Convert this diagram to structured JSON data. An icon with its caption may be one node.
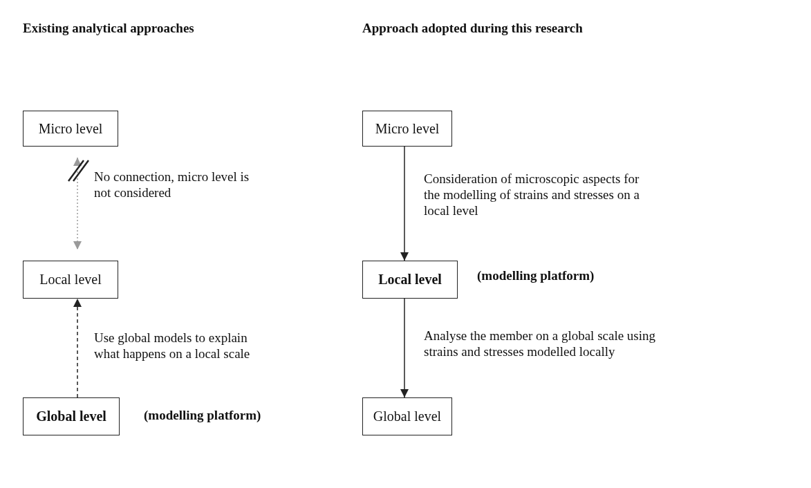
{
  "diagram": {
    "nodes": [
      {
        "text": [
          "Micro level"
        ]
      },
      {
        "text": [
          "Local level"
        ]
      },
      {
        "text": [
          "Global level"
        ],
        "beside": [
          "(modelling platform)"
        ]
      },
      {
        "text": [
          "Micro level"
        ]
      },
      {
        "text": [
          "Local level"
        ],
        "beside": [
          "(modelling platform)"
        ]
      },
      {
        "text": [
          "Global level"
        ]
      }
    ],
    "edges": [
      {
        "from": 0,
        "to": 1,
        "arrow": "both",
        "style": "dashed",
        "color": "#9a9a9a",
        "label": "No connection, micro level is not considered"
      },
      {
        "from": 2,
        "to": 1,
        "arrow": "to",
        "style": "dashed",
        "label": "Use global models to explain what happens on a local scale"
      },
      {
        "from": 3,
        "to": 4,
        "arrow": "to",
        "label": "Consideration of microscopic aspects for the modelling of strains and stresses on a local level"
      },
      {
        "from": 4,
        "to": 5,
        "arrow": "to",
        "label": "Analyse the member on a global scale using strains and stresses modelled locally"
      }
    ],
    "labels": [
      "Existing analytical approaches",
      "Approach adopted during this research"
    ]
  }
}
